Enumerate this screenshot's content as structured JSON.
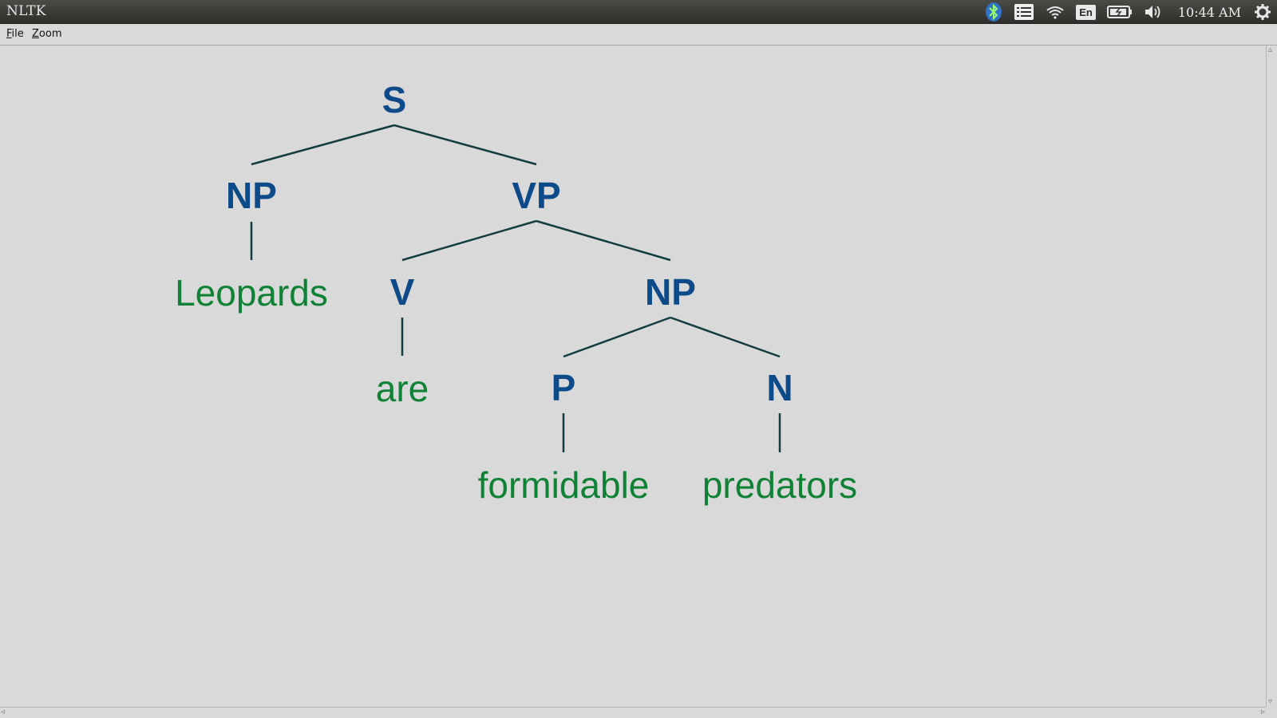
{
  "window": {
    "title": "NLTK"
  },
  "tray": {
    "icons": [
      "bluetooth-icon",
      "list-icon",
      "wifi-icon",
      "battery-icon",
      "volume-icon",
      "gear-icon"
    ],
    "language": "En",
    "clock": "10:44 AM"
  },
  "menu": {
    "file": {
      "underline": "F",
      "rest": "ile"
    },
    "zoom": {
      "underline": "Z",
      "rest": "oom"
    }
  },
  "tree": {
    "S": "S",
    "np1": "NP",
    "vp": "VP",
    "leaf_leopards": "Leopards",
    "v": "V",
    "np2": "NP",
    "leaf_are": "are",
    "p": "P",
    "n": "N",
    "leaf_formidable": "formidable",
    "leaf_predators": "predators"
  },
  "colors": {
    "nonterminal": "#0d4a8a",
    "leaf": "#0f8236",
    "edge": "#123c40",
    "background": "#d9d9d9"
  }
}
